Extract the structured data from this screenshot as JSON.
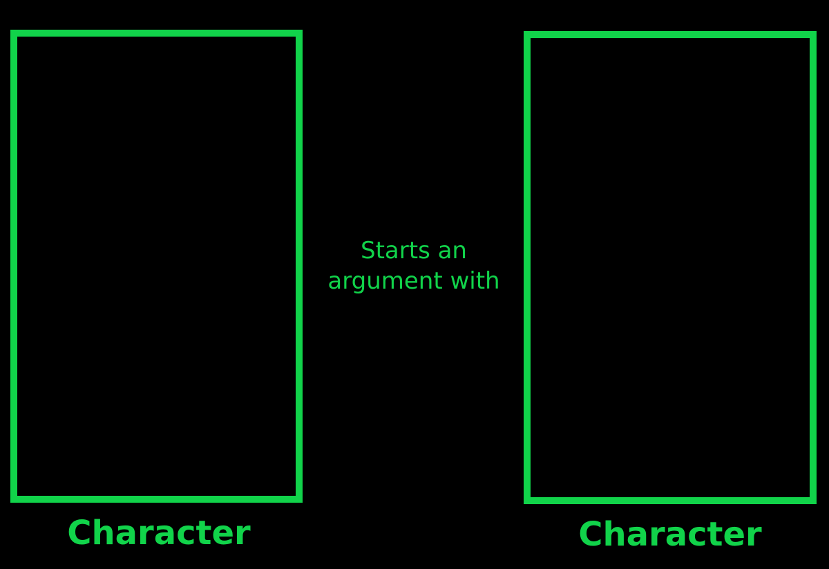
{
  "colors": {
    "background": "#000000",
    "accent": "#11d34a"
  },
  "left_panel": {
    "caption": "Character"
  },
  "middle": {
    "line1": "Starts an",
    "line2": "argument with"
  },
  "right_panel": {
    "caption": "Character"
  }
}
